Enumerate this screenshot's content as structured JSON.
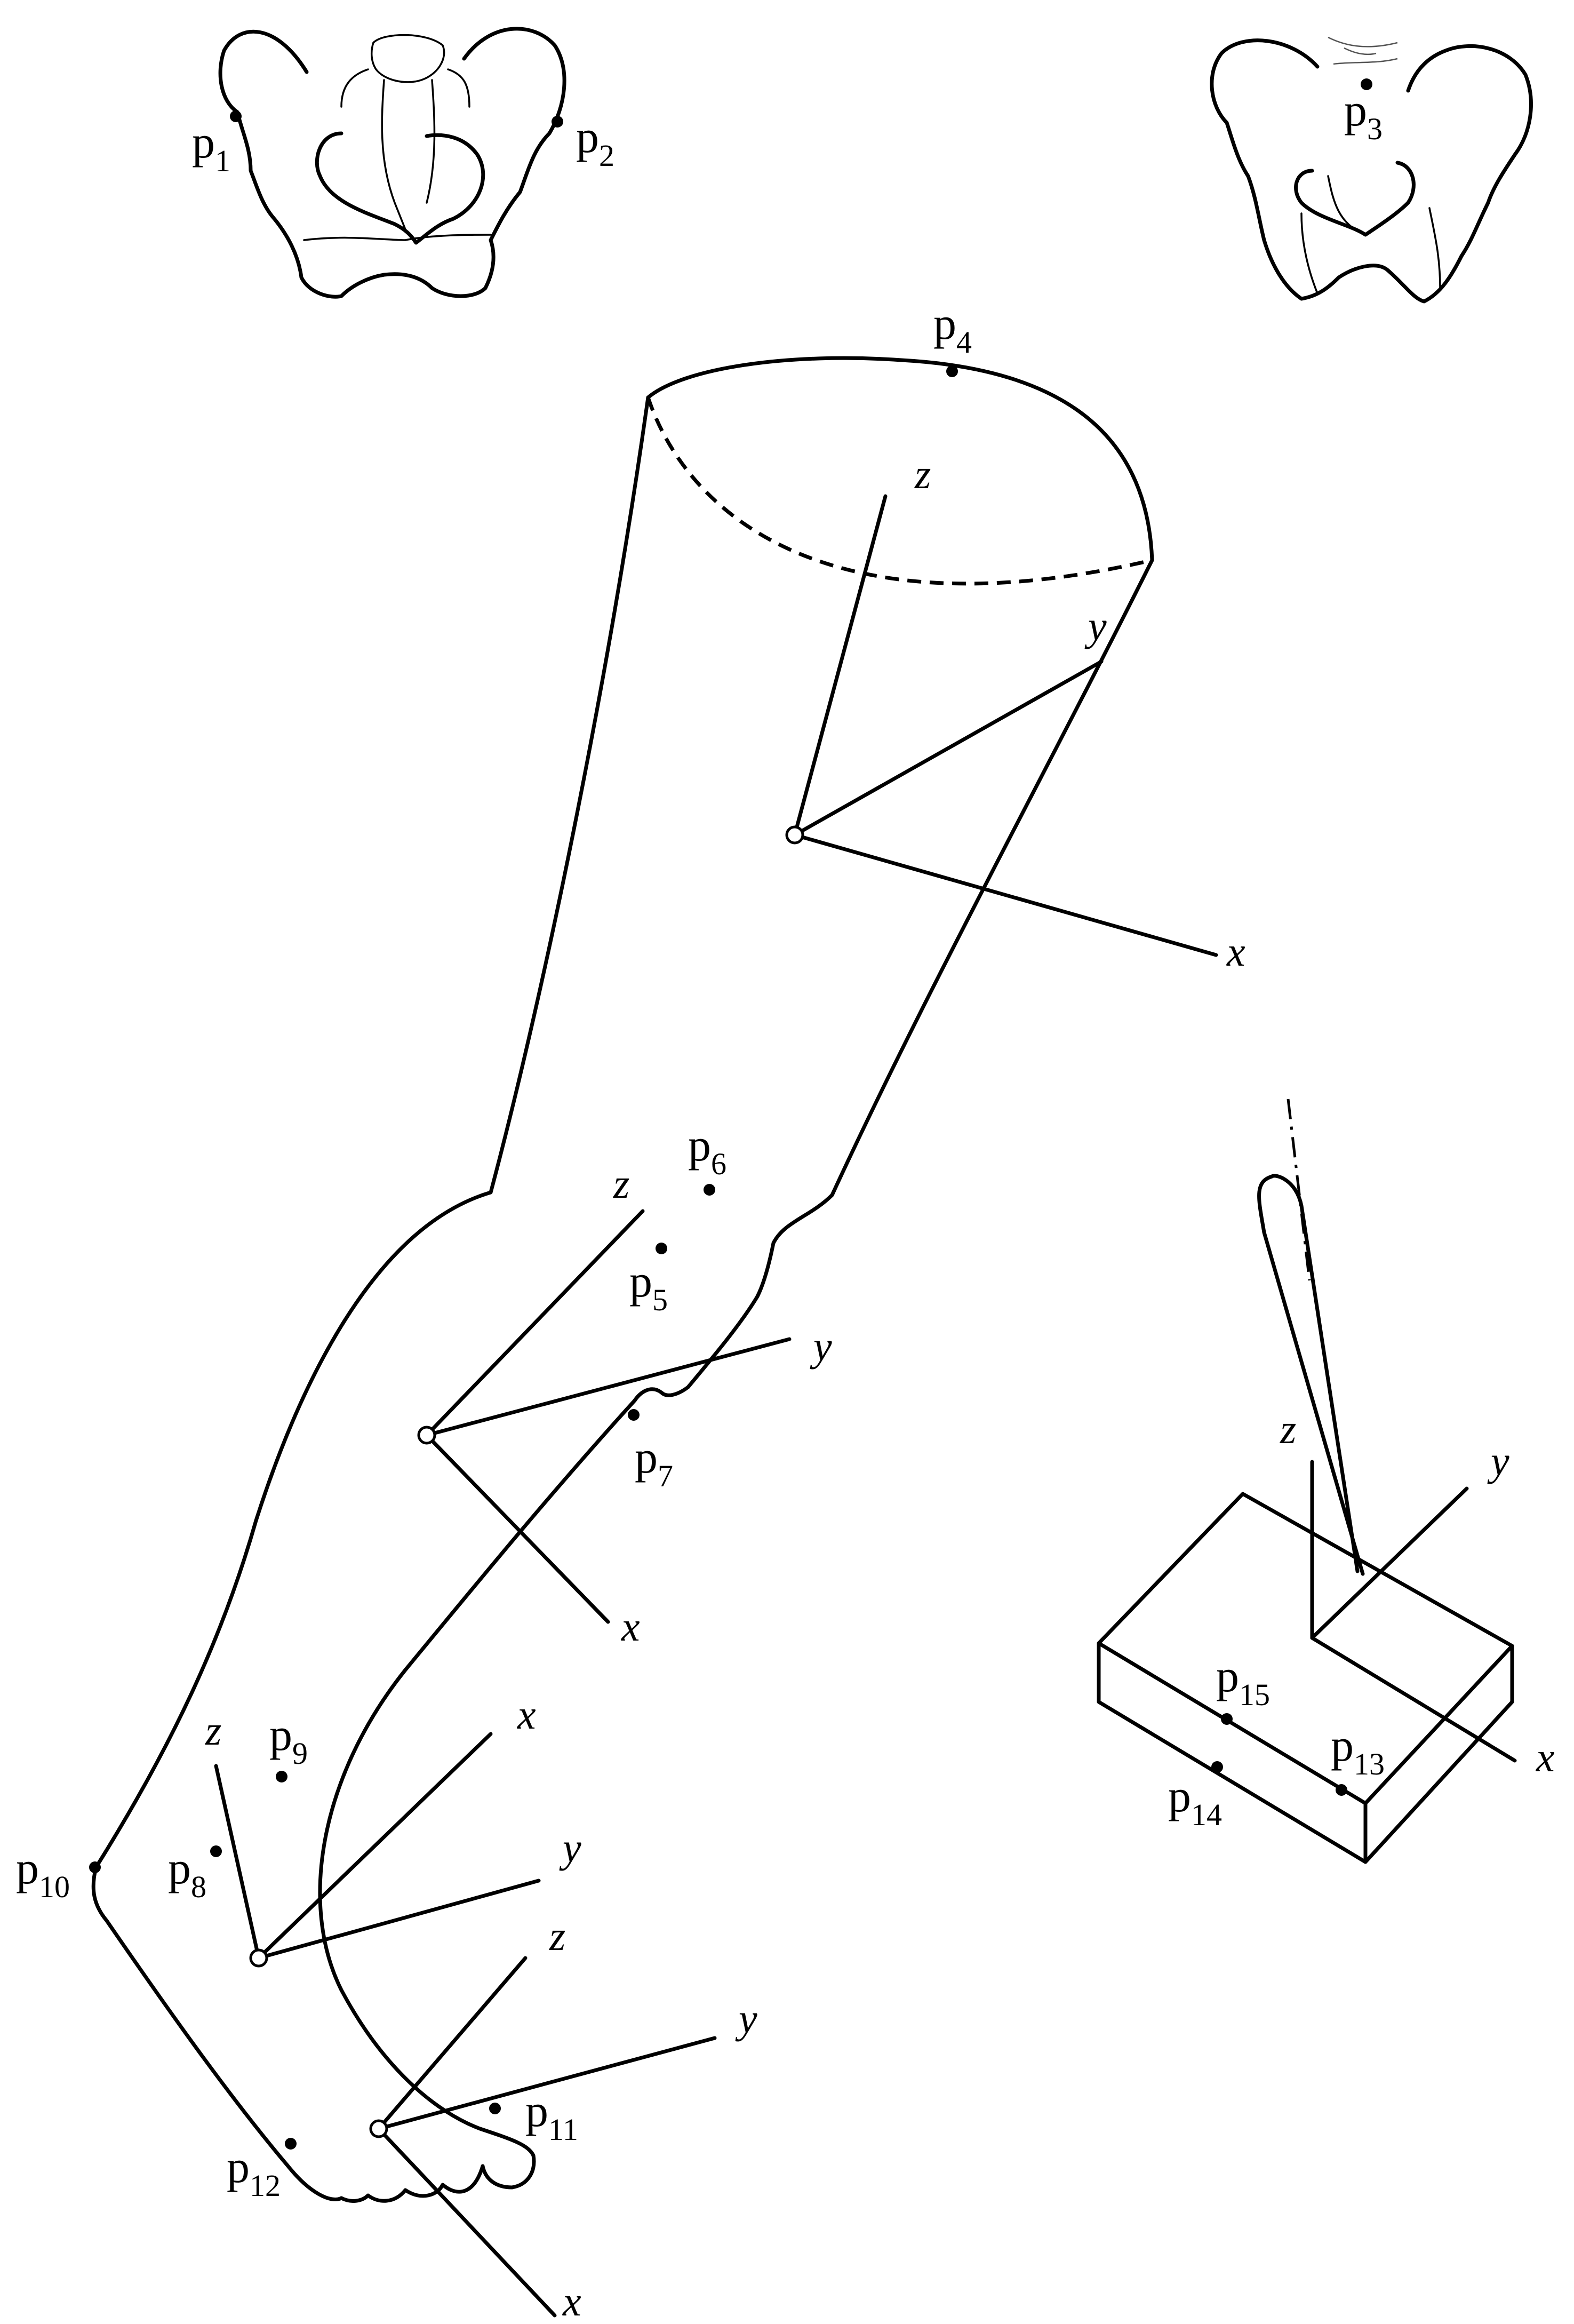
{
  "points": [
    {
      "id": "p1",
      "base": "p",
      "sub": "1"
    },
    {
      "id": "p2",
      "base": "p",
      "sub": "2"
    },
    {
      "id": "p3",
      "base": "p",
      "sub": "3"
    },
    {
      "id": "p4",
      "base": "p",
      "sub": "4"
    },
    {
      "id": "p5",
      "base": "p",
      "sub": "5"
    },
    {
      "id": "p6",
      "base": "p",
      "sub": "6"
    },
    {
      "id": "p7",
      "base": "p",
      "sub": "7"
    },
    {
      "id": "p8",
      "base": "p",
      "sub": "8"
    },
    {
      "id": "p9",
      "base": "p",
      "sub": "9"
    },
    {
      "id": "p10",
      "base": "p",
      "sub": "10"
    },
    {
      "id": "p11",
      "base": "p",
      "sub": "11"
    },
    {
      "id": "p12",
      "base": "p",
      "sub": "12"
    },
    {
      "id": "p13",
      "base": "p",
      "sub": "13"
    },
    {
      "id": "p14",
      "base": "p",
      "sub": "14"
    },
    {
      "id": "p15",
      "base": "p",
      "sub": "15"
    }
  ],
  "axis_labels": {
    "x": "x",
    "y": "y",
    "z": "z"
  }
}
